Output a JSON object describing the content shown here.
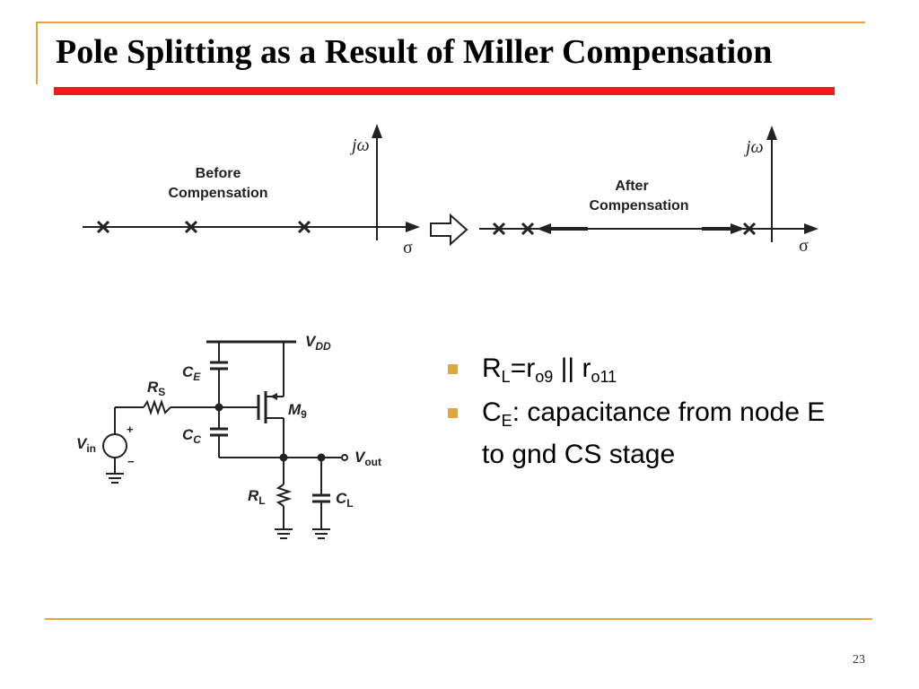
{
  "slide": {
    "title": "Pole Splitting as a Result of Miller Compensation",
    "page_number": "23"
  },
  "pole_zero": {
    "before_label_line1": "Before",
    "before_label_line2": "Compensation",
    "after_label_line1": "After",
    "after_label_line2": "Compensation",
    "imag_axis_label": "jω",
    "real_axis_label": "σ"
  },
  "circuit": {
    "vdd": "V",
    "vdd_sub": "DD",
    "ce": "C",
    "ce_sub": "E",
    "rs": "R",
    "rs_sub": "S",
    "cc": "C",
    "cc_sub": "C",
    "m9": "M",
    "m9_sub": "9",
    "vin": "V",
    "vin_sub": "in",
    "vout": "V",
    "vout_sub": "out",
    "rl": "R",
    "rl_sub": "L",
    "cl": "C",
    "cl_sub": "L",
    "plus": "+",
    "minus": "−"
  },
  "bullets": [
    {
      "main": "R",
      "sub1": "L",
      "mid": "=r",
      "sub2": "o9",
      "rest": " || r",
      "sub3": "o11"
    },
    {
      "main": "C",
      "sub1": "E",
      "rest": ": capacitance from node E to gnd CS stage"
    }
  ],
  "colors": {
    "accent_gold": "#e0a83a",
    "title_underline_red": "#ee1c1c"
  }
}
